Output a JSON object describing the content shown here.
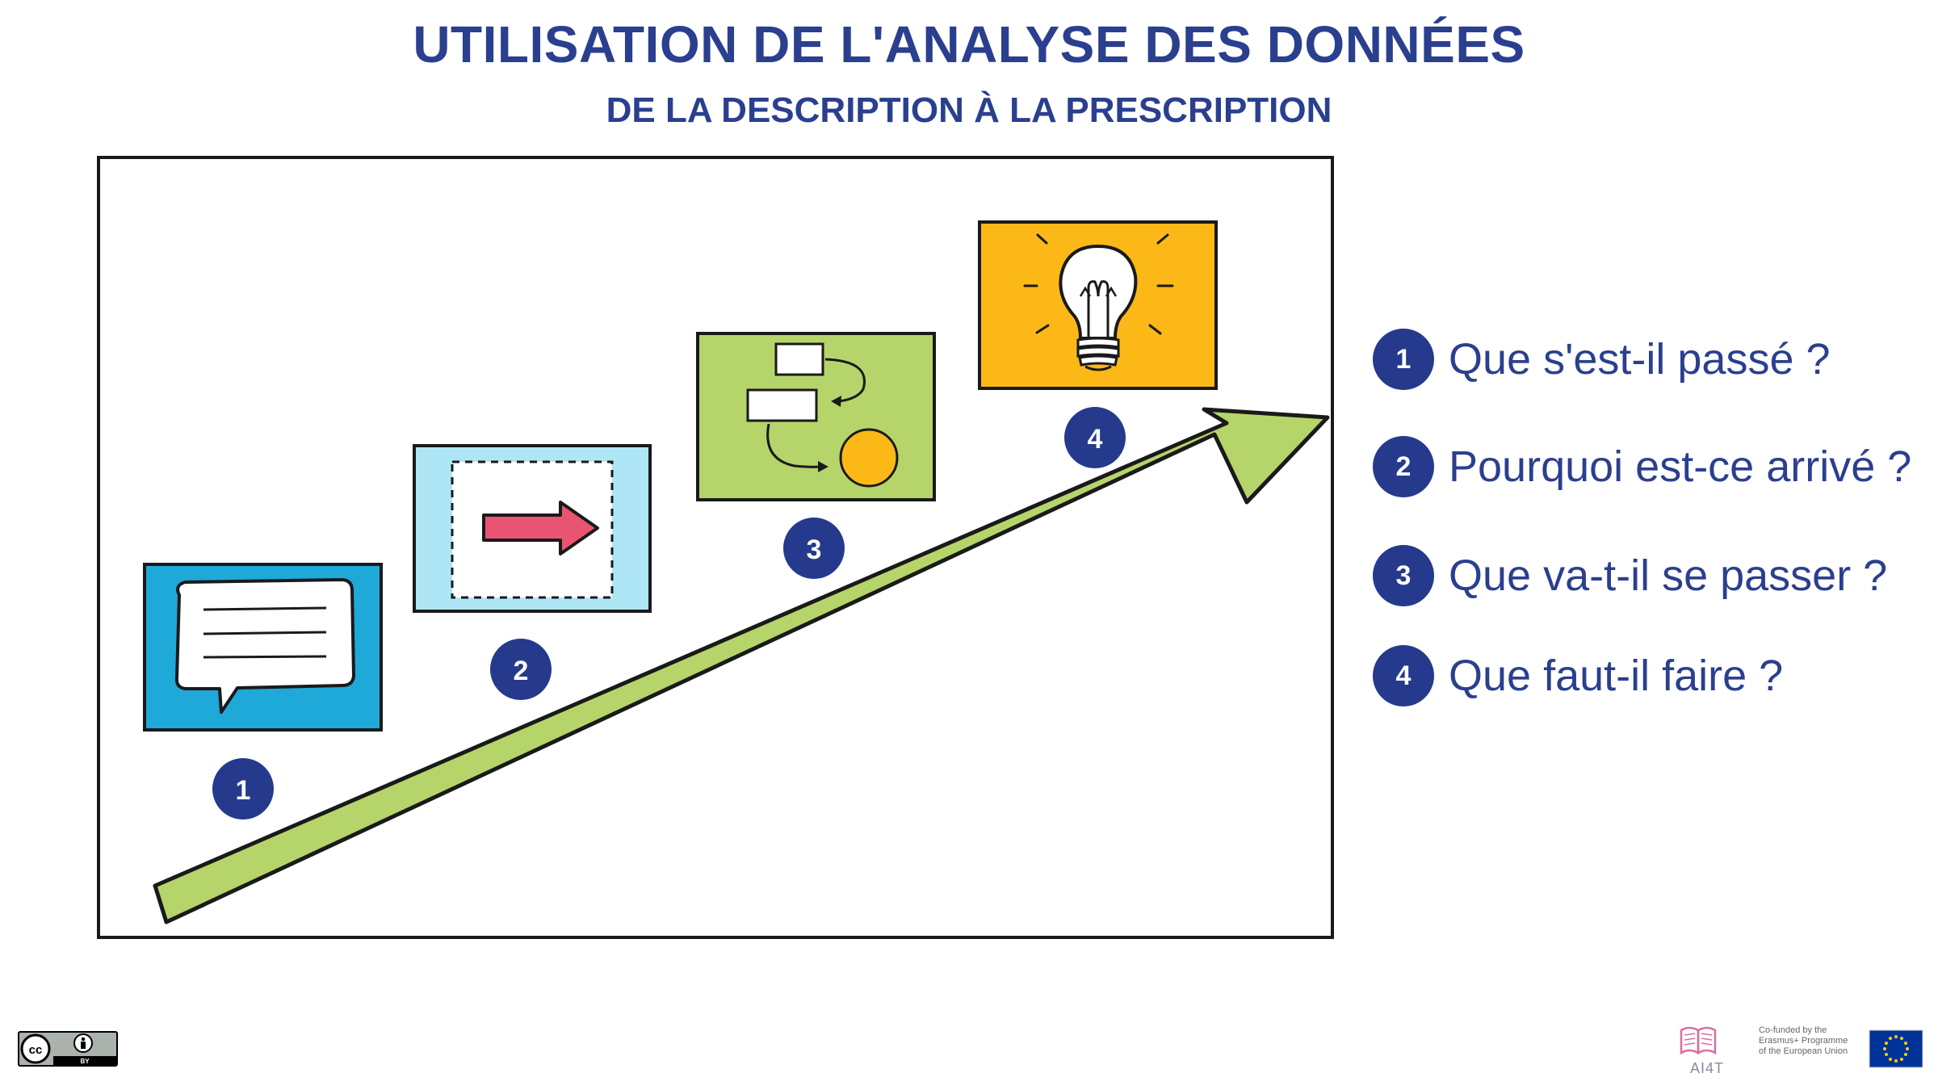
{
  "header": {
    "title": "UTILISATION DE L'ANALYSE DES DONNÉES",
    "subtitle": "DE LA DESCRIPTION À LA PRESCRIPTION"
  },
  "diagram": {
    "steps": [
      {
        "number": "1",
        "icon": "speech-bubble-icon",
        "color": "#1ea9d8"
      },
      {
        "number": "2",
        "icon": "arrow-icon",
        "color": "#aee6f5"
      },
      {
        "number": "3",
        "icon": "flowchart-icon",
        "color": "#b5d56a"
      },
      {
        "number": "4",
        "icon": "lightbulb-icon",
        "color": "#fbb817"
      }
    ],
    "arrow_color": "#b5d56a"
  },
  "questions": [
    {
      "number": "1",
      "text": "Que s'est-il passé ?"
    },
    {
      "number": "2",
      "text": "Pourquoi est-ce arrivé ?"
    },
    {
      "number": "3",
      "text": "Que va-t-il se passer ?"
    },
    {
      "number": "4",
      "text": "Que faut-il faire ?"
    }
  ],
  "footer": {
    "license": "CC BY",
    "cc_mark": "cc",
    "by_mark": "BY",
    "project_logo": "AI4T",
    "funding_lines": [
      "Co-funded by the",
      "Erasmus+ Programme",
      "of the European Union"
    ]
  },
  "colors": {
    "title": "#2b3f8f",
    "badge": "#253a8c"
  }
}
